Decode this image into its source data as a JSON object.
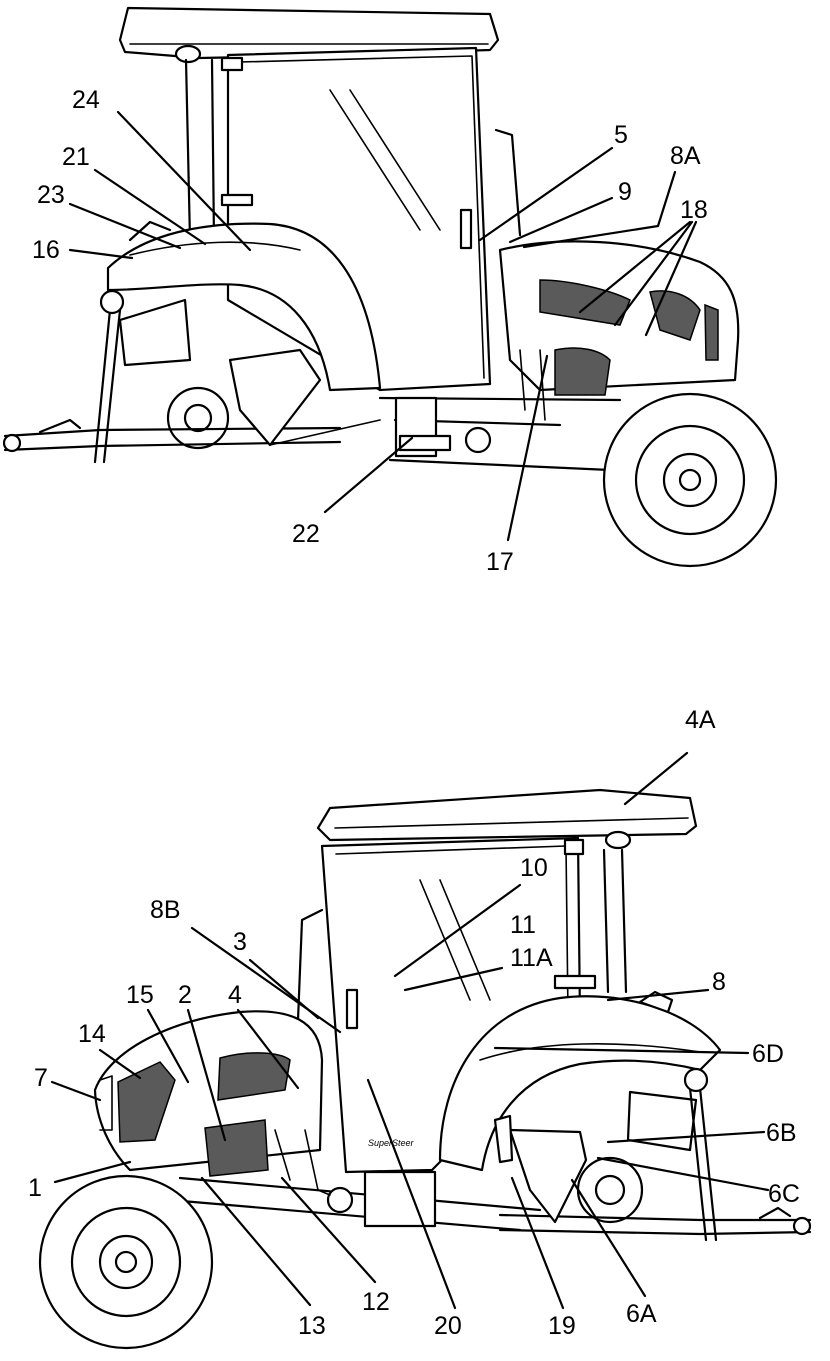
{
  "diagram": {
    "top_view_callouts": [
      "24",
      "21",
      "23",
      "16",
      "5",
      "8A",
      "9",
      "18",
      "22",
      "17"
    ],
    "bottom_view_callouts": [
      "4A",
      "10",
      "11",
      "11A",
      "8B",
      "3",
      "8",
      "15",
      "2",
      "4",
      "14",
      "7",
      "6D",
      "6B",
      "1",
      "6C",
      "13",
      "12",
      "20",
      "19",
      "6A"
    ],
    "door_badge": "SuperSteer"
  }
}
